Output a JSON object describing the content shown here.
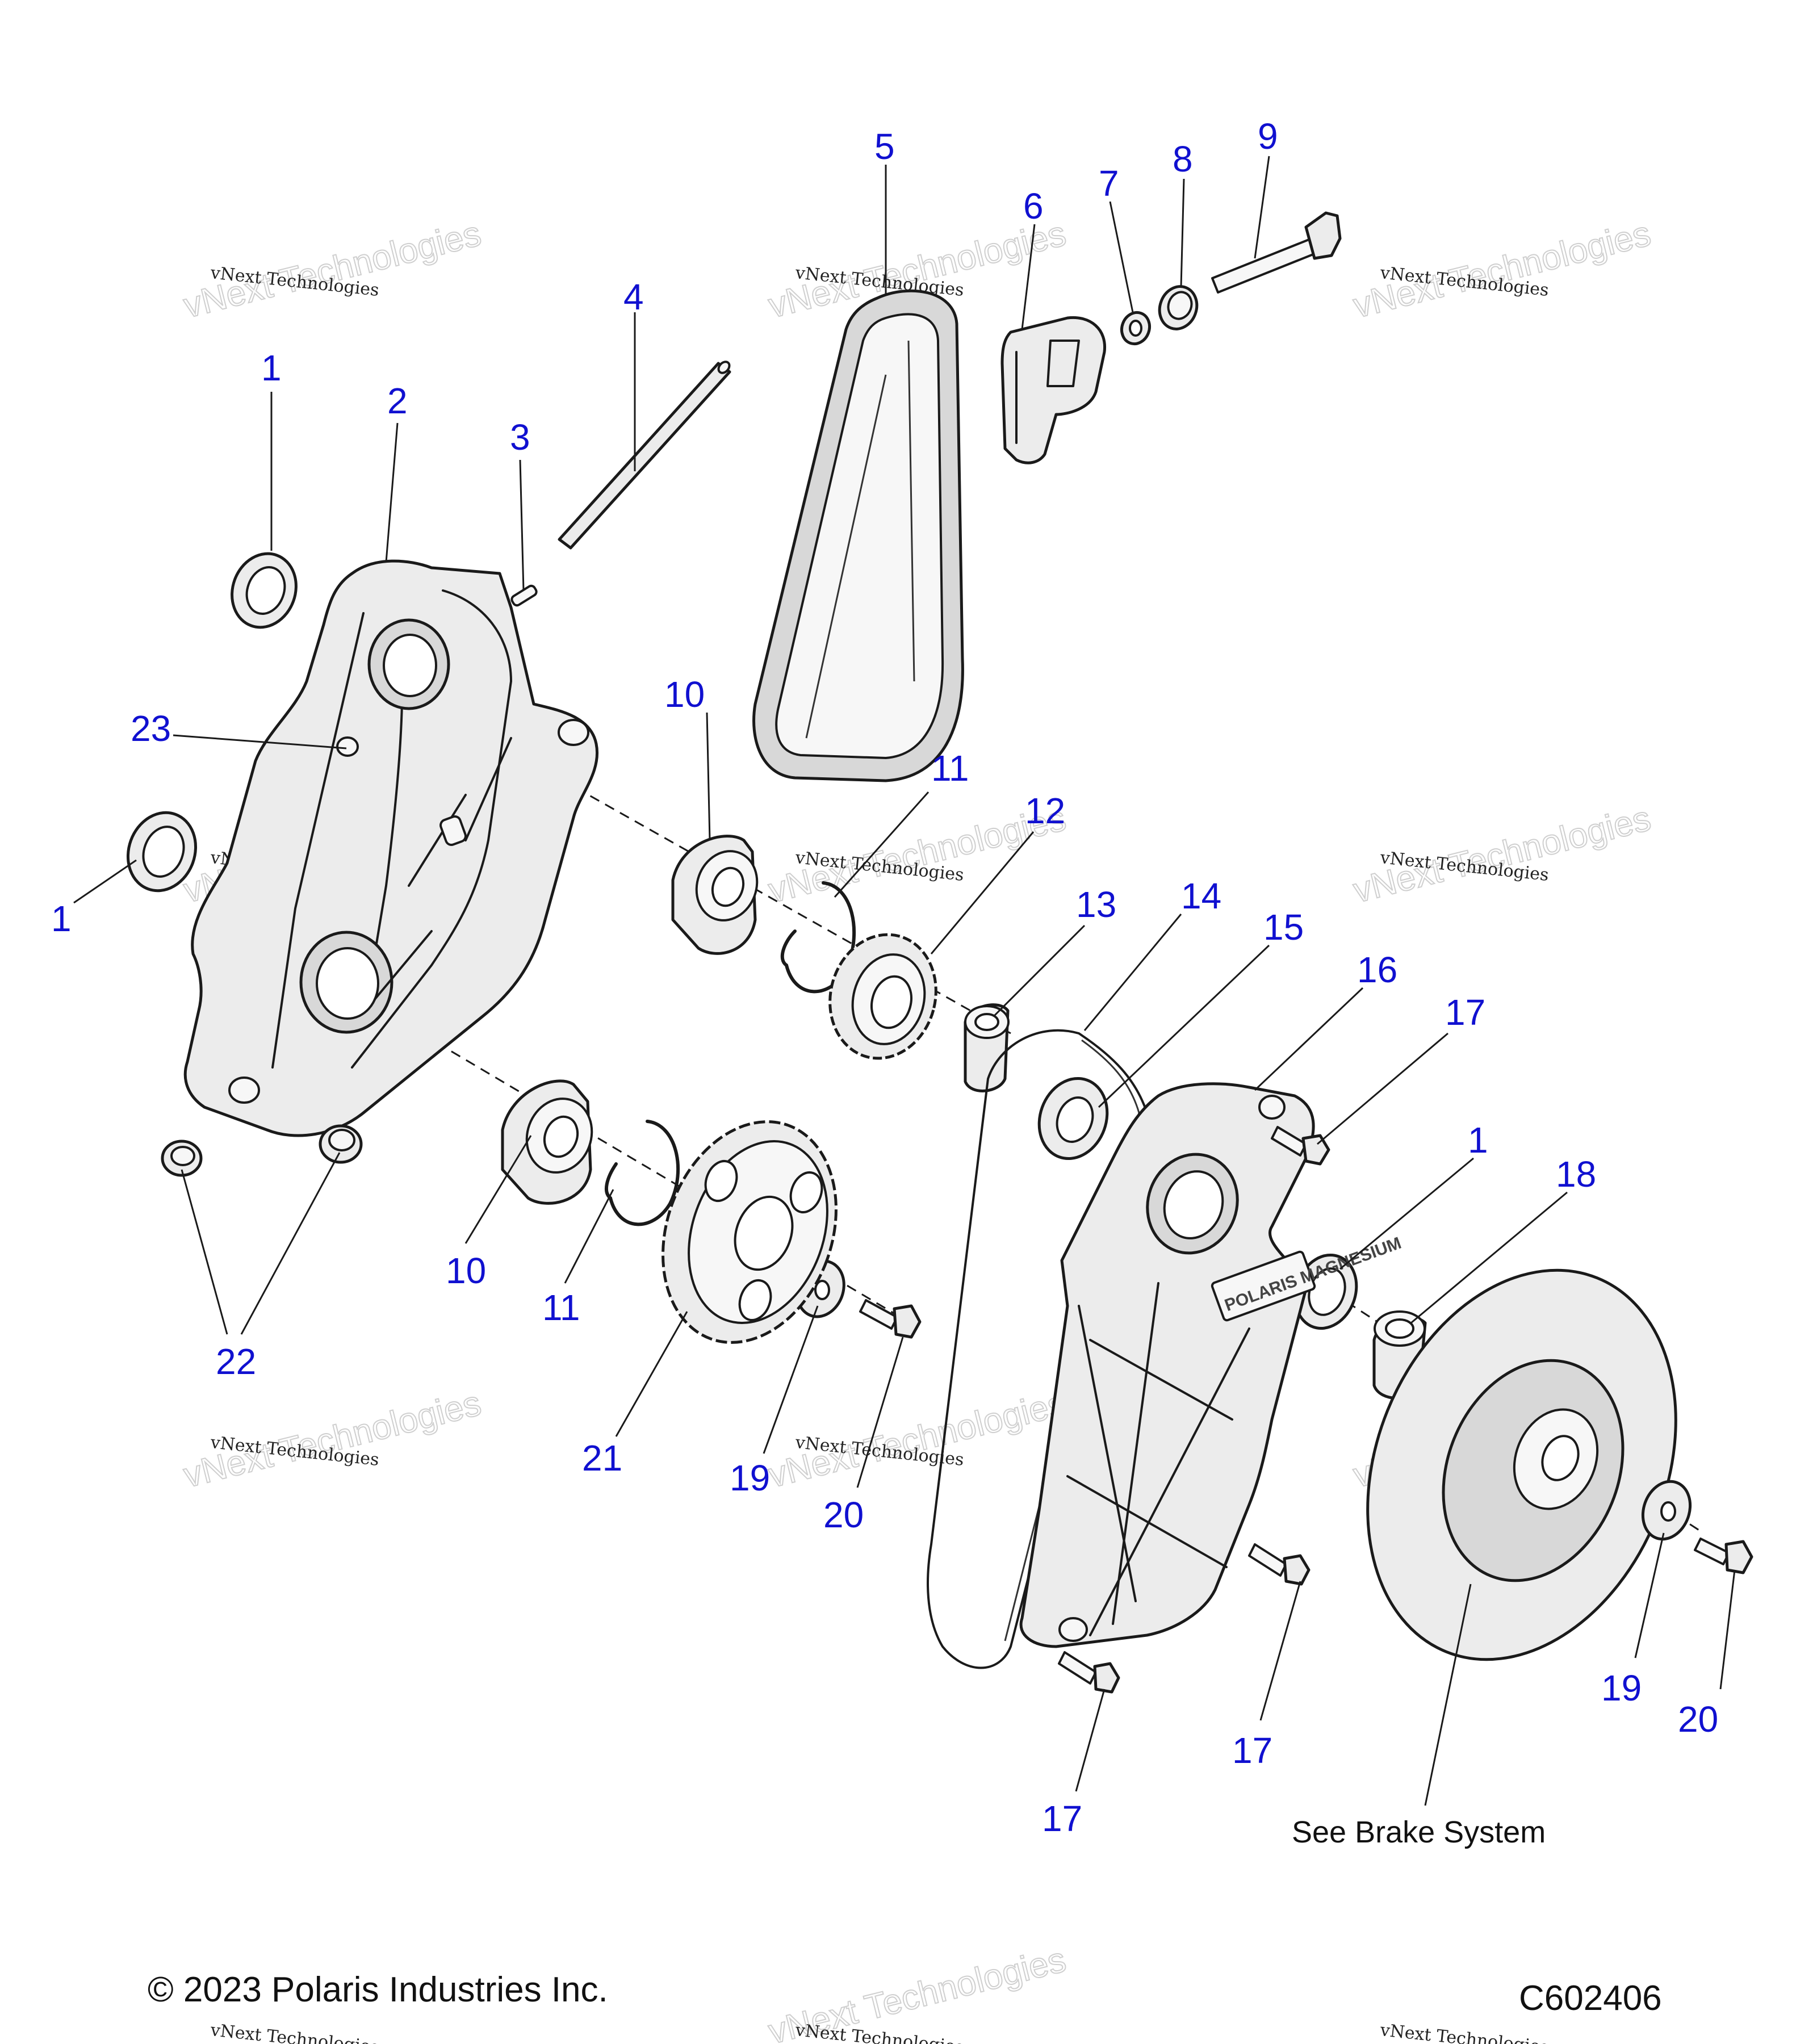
{
  "diagram": {
    "callout_color": "#1010d0",
    "labels": {
      "l1a": "1",
      "l1b": "1",
      "l1c": "1",
      "l2": "2",
      "l3": "3",
      "l4": "4",
      "l5": "5",
      "l6": "6",
      "l7": "7",
      "l8": "8",
      "l9": "9",
      "l10a": "10",
      "l10b": "10",
      "l11a": "11",
      "l11b": "11",
      "l12": "12",
      "l13": "13",
      "l14": "14",
      "l15": "15",
      "l16": "16",
      "l17a": "17",
      "l17b": "17",
      "l17c": "17",
      "l18": "18",
      "l19a": "19",
      "l19b": "19",
      "l20a": "20",
      "l20b": "20",
      "l21": "21",
      "l22": "22",
      "l23": "23"
    },
    "note": "See Brake System"
  },
  "watermark": {
    "line1": "vNext Technologies",
    "ghost": "vNext Technologies"
  },
  "footer": {
    "copyright": "© 2023 Polaris Industries Inc.",
    "code": "C602406"
  },
  "cover_text": "POLARIS MAGNESIUM"
}
